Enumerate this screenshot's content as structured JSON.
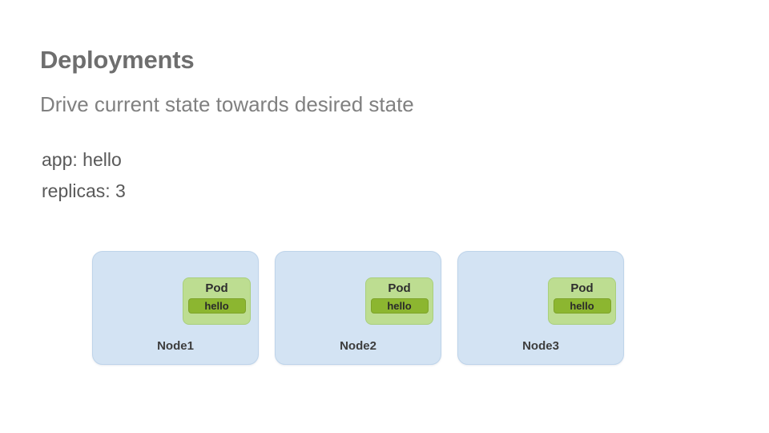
{
  "slide": {
    "title": "Deployments",
    "subtitle": "Drive current state towards desired state",
    "background_color": "#ffffff",
    "title_color": "#6e6e6e",
    "subtitle_color": "#808080"
  },
  "spec": {
    "lines": [
      "app: hello",
      "replicas: 3"
    ],
    "app": "hello",
    "replicas": "3"
  },
  "colors": {
    "node_fill": "#d3e3f3",
    "node_border": "#bed4ea",
    "pod_fill": "#bddd91",
    "pod_border": "#a9cf7c",
    "container_fill": "#8cb630",
    "container_border": "#7ea32a",
    "node_label": "#3d3d3d"
  },
  "nodes": [
    {
      "label": "Node1",
      "pods": [
        {
          "label": "Pod",
          "container": "hello"
        }
      ]
    },
    {
      "label": "Node2",
      "pods": [
        {
          "label": "Pod",
          "container": "hello"
        }
      ]
    },
    {
      "label": "Node3",
      "pods": [
        {
          "label": "Pod",
          "container": "hello"
        }
      ]
    }
  ]
}
